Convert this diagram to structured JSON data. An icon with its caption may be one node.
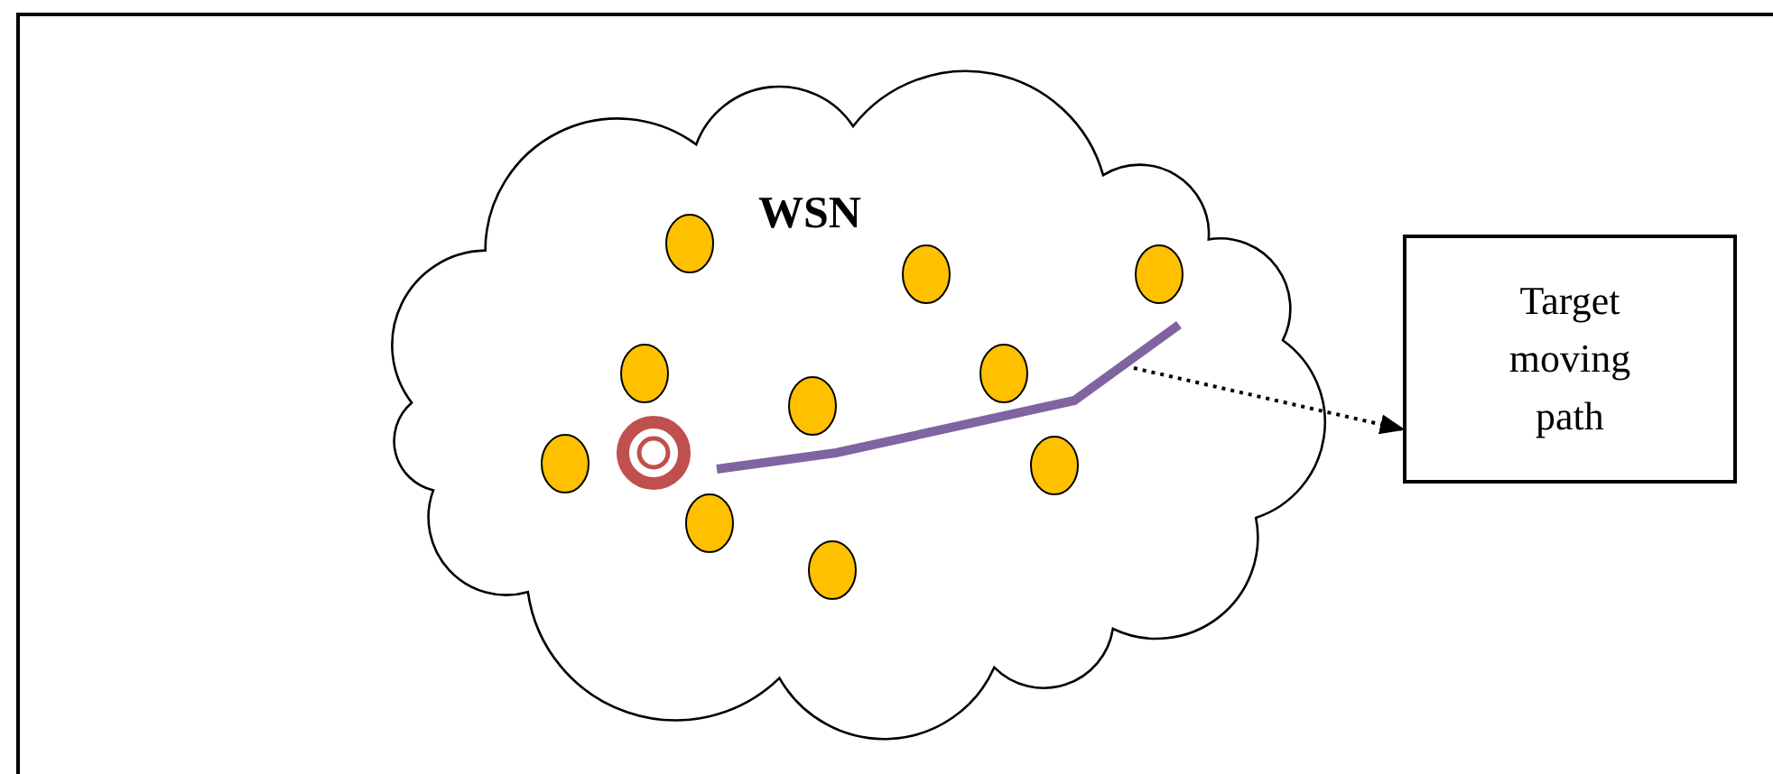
{
  "diagram": {
    "nodes": [
      {
        "text": [
          "WSN"
        ]
      },
      {
        "text": [
          "Target moving path"
        ]
      },
      {
        "text": [],
        "shape": "line",
        "in": 0
      }
    ],
    "edges": [
      {
        "from": 2,
        "to": 1,
        "arrow": "to",
        "style": "dashed"
      }
    ]
  }
}
